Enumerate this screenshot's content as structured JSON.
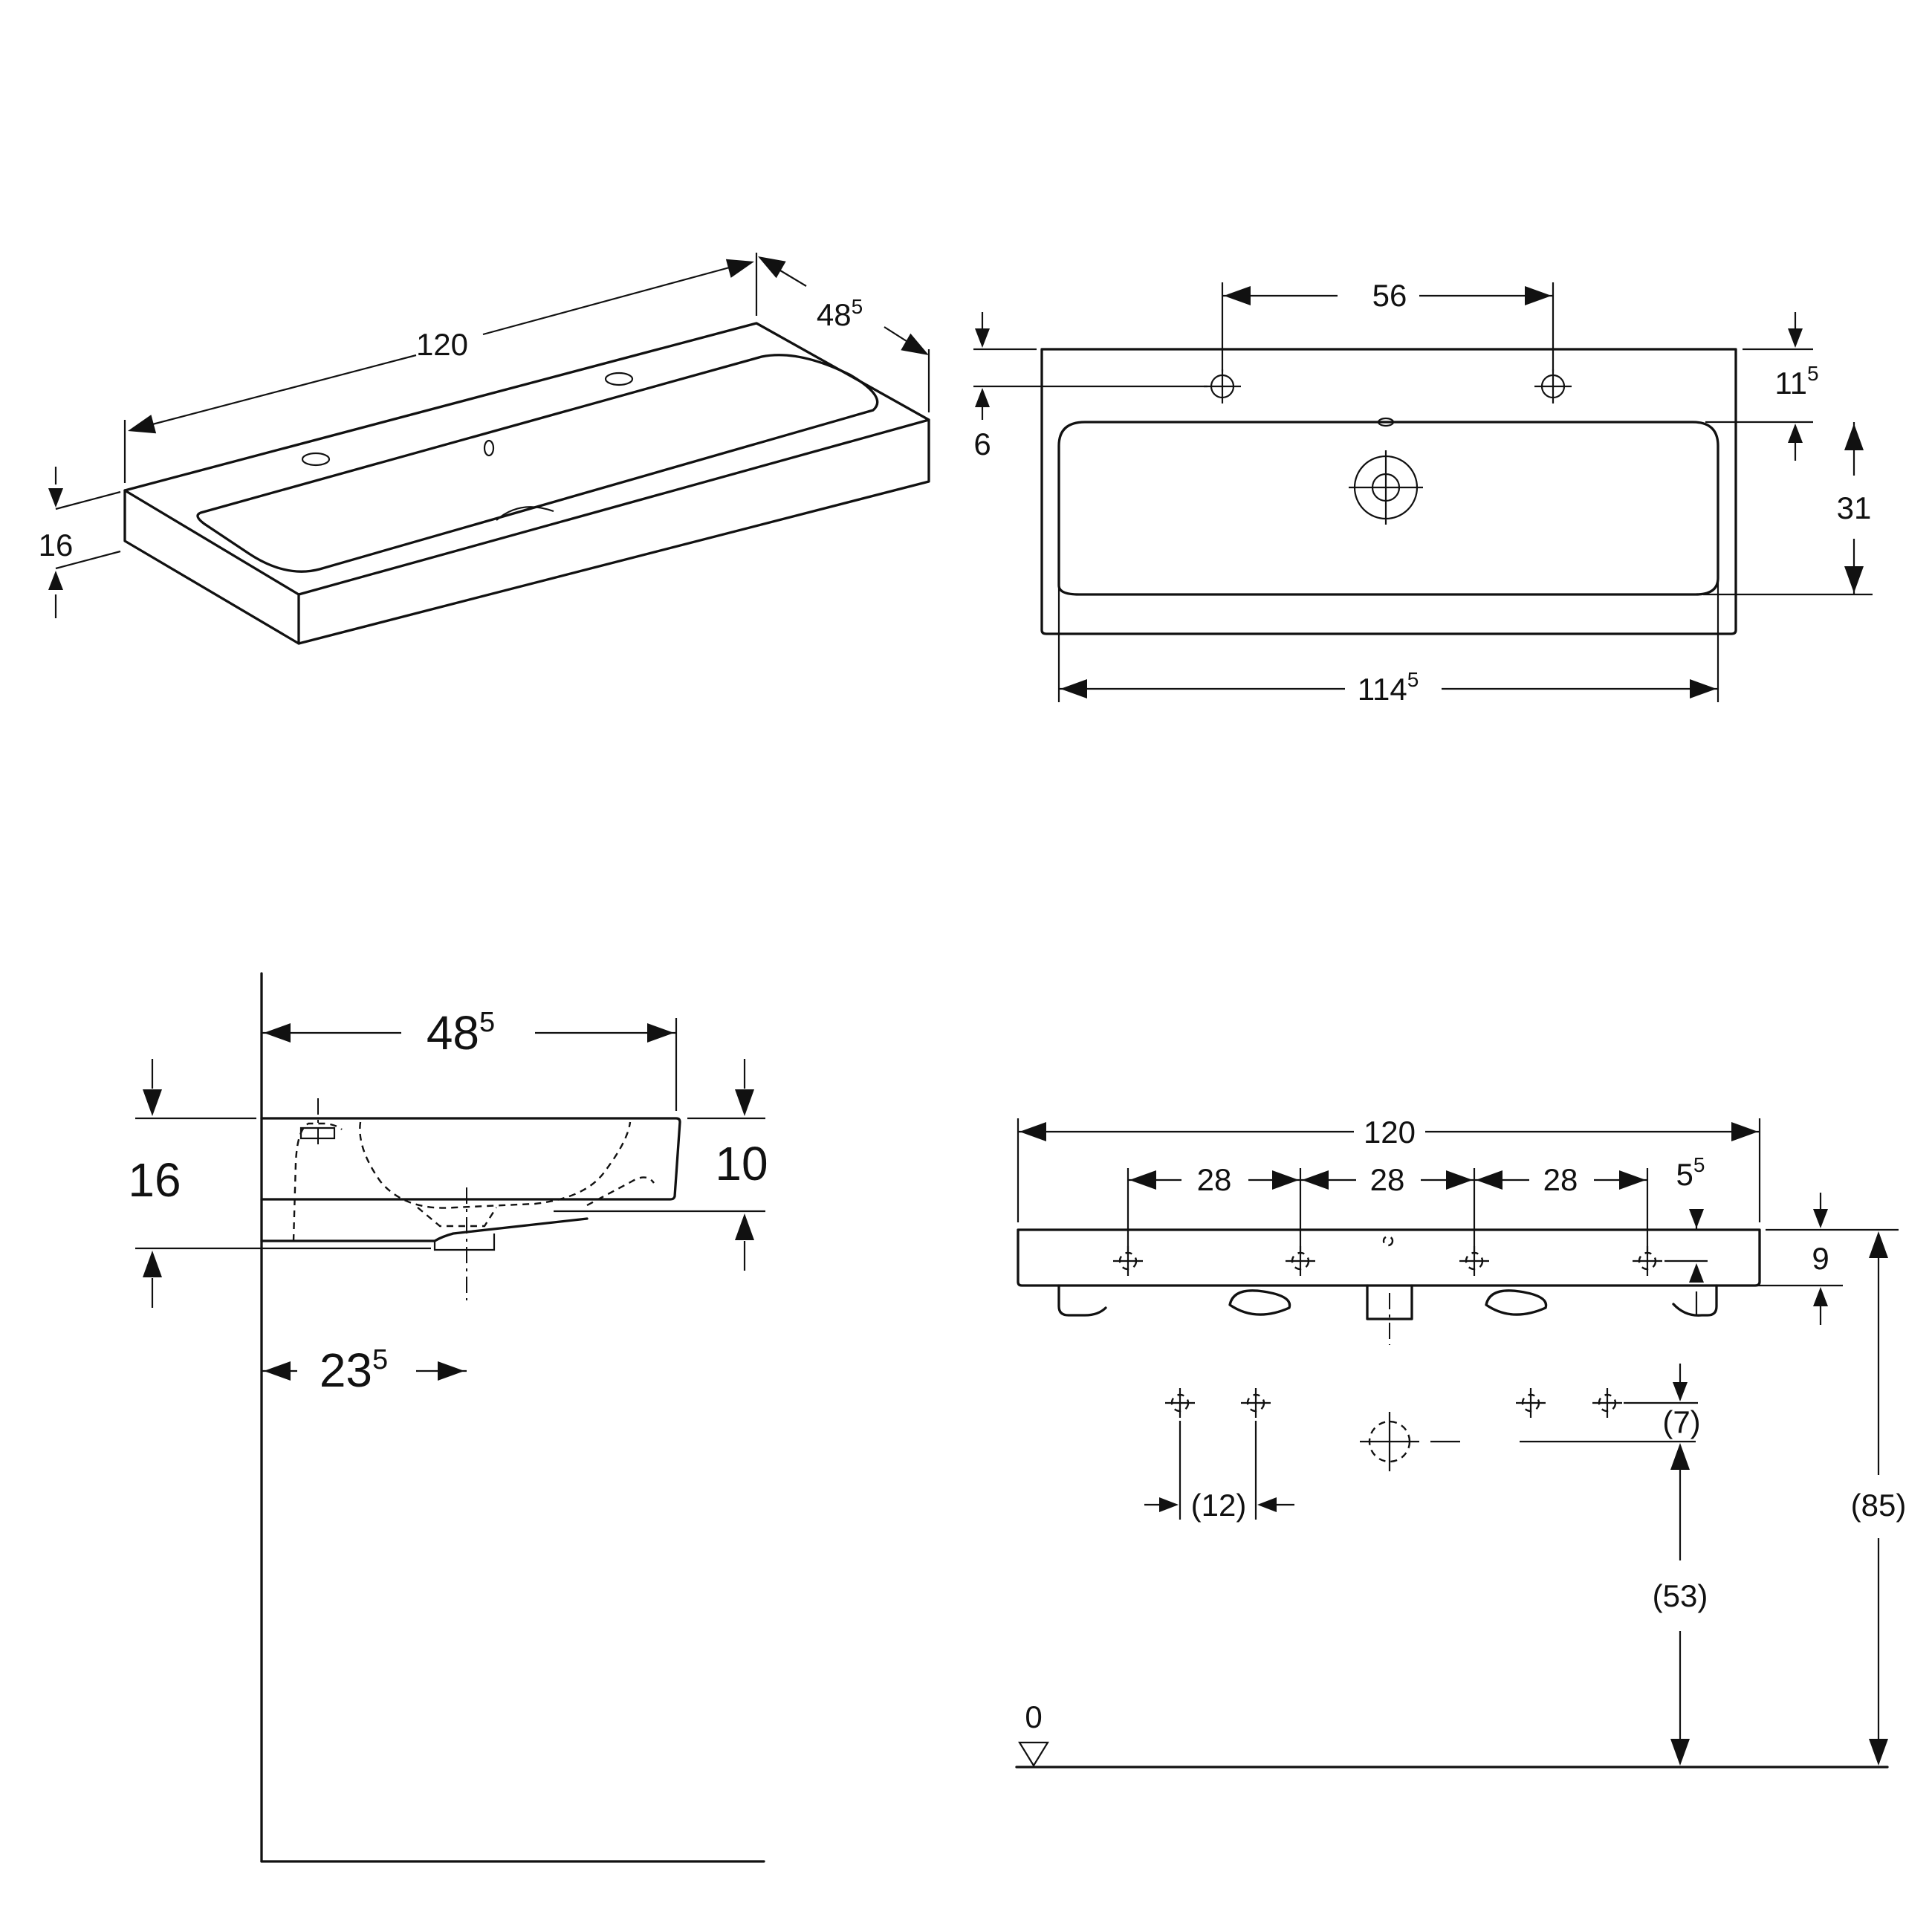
{
  "views": {
    "isometric": {
      "width": "120",
      "depth": "48",
      "depth_sup": "5",
      "height": "16"
    },
    "top": {
      "tap_spacing": "56",
      "tap_offset": "11",
      "tap_offset_sup": "5",
      "rim_offset": "6",
      "bowl_depth": "31",
      "bowl_length": "114",
      "bowl_length_sup": "5"
    },
    "side": {
      "depth": "48",
      "depth_sup": "5",
      "height": "16",
      "front_height": "10",
      "drain_offset": "23",
      "drain_offset_sup": "5"
    },
    "front": {
      "width": "120",
      "spacing_1": "28",
      "spacing_2": "28",
      "spacing_3": "28",
      "edge_offset": "5",
      "edge_offset_sup": "5",
      "thickness": "9",
      "fixing_offset": "(7)",
      "fixing_spacing": "(12)",
      "drain_height": "(53)",
      "rim_height": "(85)",
      "floor_level": "0"
    }
  }
}
